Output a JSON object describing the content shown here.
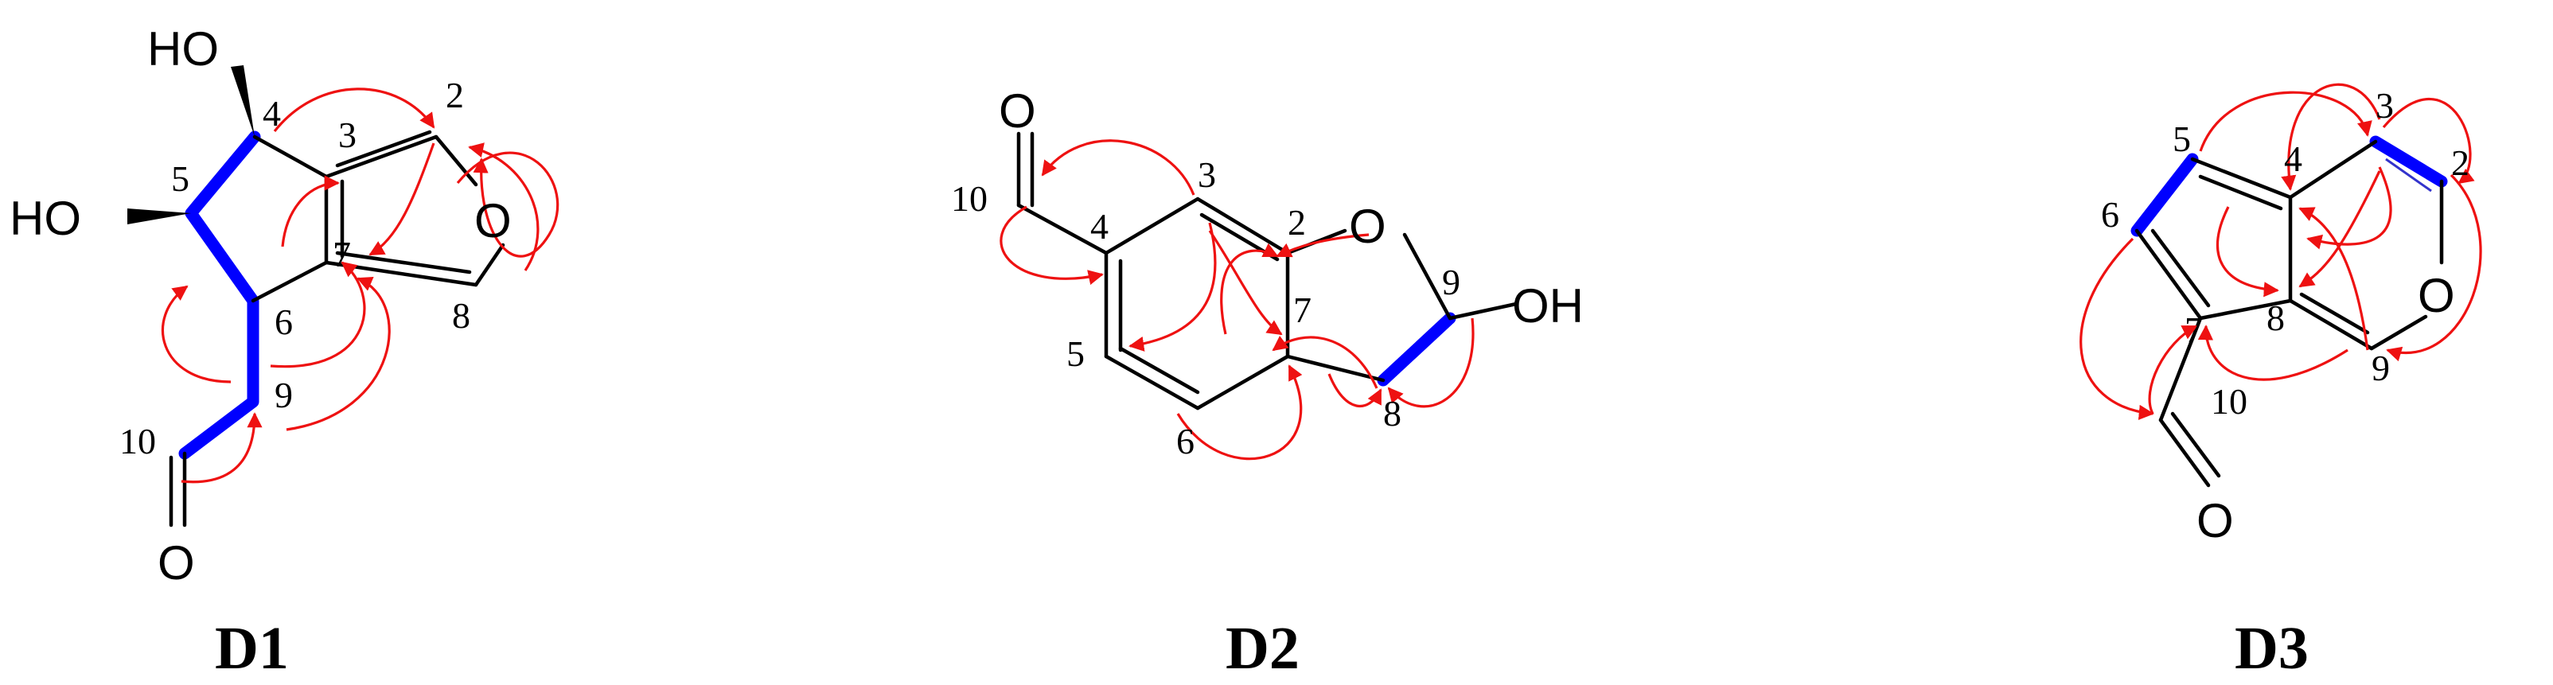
{
  "compounds": [
    {
      "id": "D1",
      "label": "D1",
      "atom_labels": {
        "oh_upper": "HO",
        "oh_lower": "HO",
        "ring_o": "O",
        "ald_o": "O"
      },
      "numbers": [
        "2",
        "3",
        "4",
        "5",
        "6",
        "7",
        "8",
        "9",
        "10"
      ]
    },
    {
      "id": "D2",
      "label": "D2",
      "atom_labels": {
        "ald_o": "O",
        "ring_o": "O",
        "oh": "OH"
      },
      "numbers": [
        "2",
        "3",
        "4",
        "5",
        "6",
        "7",
        "8",
        "9",
        "10"
      ]
    },
    {
      "id": "D3",
      "label": "D3",
      "atom_labels": {
        "ring_o": "O",
        "ald_o": "O"
      },
      "numbers": [
        "2",
        "3",
        "4",
        "5",
        "6",
        "7",
        "8",
        "9",
        "10"
      ]
    }
  ],
  "colors": {
    "bonds": "#000000",
    "cosy_bonds": "#0000ff",
    "hmbc_arrows": "#ee1111"
  }
}
